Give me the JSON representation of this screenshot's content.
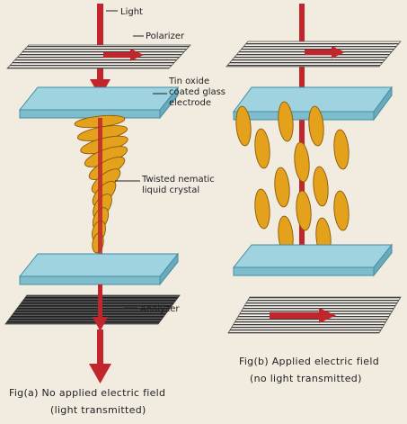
{
  "labels": {
    "light": "Light",
    "polarizer": "Polarizer",
    "electrode_line1": "Tin oxide",
    "electrode_line2": "coated glass",
    "electrode_line3": "electrode",
    "crystal_line1": "Twisted nematic",
    "crystal_line2": "liquid crystal",
    "analyzer": "Analyzer"
  },
  "captions": {
    "a_line1": "Fig(a) No applied electric field",
    "a_line2": "(light transmitted)",
    "b_line1": "Fig(b) Applied electric field",
    "b_line2": "(no light transmitted)"
  },
  "colors": {
    "background": "#f1ebe0",
    "light_beam": "#c0262c",
    "glass": "#9fd3e0",
    "glass_edge": "#3f8fa3",
    "crystal": "#e3a11c",
    "crystal_edge": "#8a5a08",
    "polarizer_lines": "#3a3a3a"
  }
}
